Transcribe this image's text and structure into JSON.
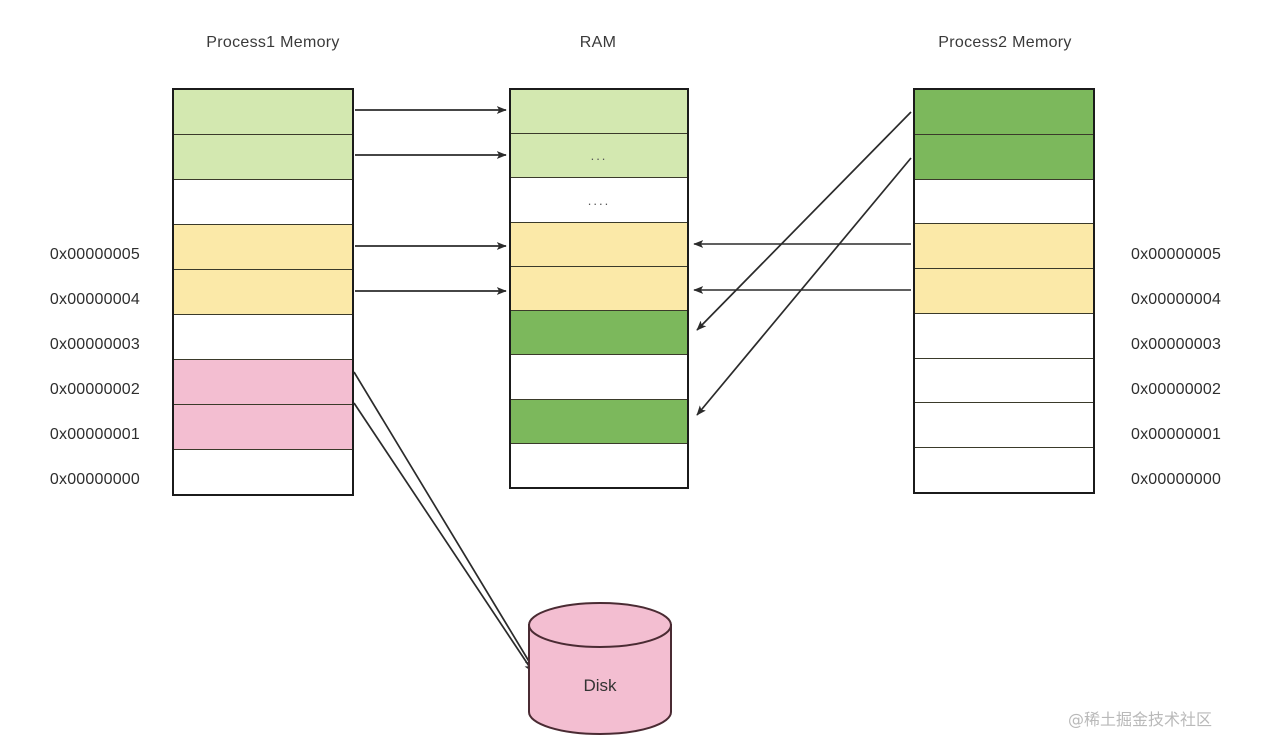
{
  "page": {
    "background": "#ffffff",
    "watermark": "@稀土掘金技术社区"
  },
  "palette": {
    "light_green": "#d3e8b0",
    "dark_green": "#7cb85c",
    "yellow": "#fbe9a8",
    "pink": "#f3bed1",
    "white": "#ffffff",
    "outline": "#1b1b1b",
    "arrow": "#2b2b2b"
  },
  "columns": {
    "process1": {
      "title": "Process1 Memory",
      "cells": [
        {
          "fill": "light_green",
          "text": ""
        },
        {
          "fill": "light_green",
          "text": ""
        },
        {
          "fill": "white",
          "text": ""
        },
        {
          "fill": "yellow",
          "text": ""
        },
        {
          "fill": "yellow",
          "text": ""
        },
        {
          "fill": "white",
          "text": ""
        },
        {
          "fill": "pink",
          "text": ""
        },
        {
          "fill": "pink",
          "text": ""
        },
        {
          "fill": "white",
          "text": ""
        }
      ]
    },
    "ram": {
      "title": "RAM",
      "cells": [
        {
          "fill": "light_green",
          "text": ""
        },
        {
          "fill": "light_green",
          "text": "..."
        },
        {
          "fill": "white",
          "text": "...."
        },
        {
          "fill": "yellow",
          "text": ""
        },
        {
          "fill": "yellow",
          "text": ""
        },
        {
          "fill": "dark_green",
          "text": ""
        },
        {
          "fill": "white",
          "text": ""
        },
        {
          "fill": "dark_green",
          "text": ""
        },
        {
          "fill": "white",
          "text": ""
        }
      ]
    },
    "process2": {
      "title": "Process2 Memory",
      "cells": [
        {
          "fill": "dark_green",
          "text": ""
        },
        {
          "fill": "dark_green",
          "text": ""
        },
        {
          "fill": "white",
          "text": ""
        },
        {
          "fill": "yellow",
          "text": ""
        },
        {
          "fill": "yellow",
          "text": ""
        },
        {
          "fill": "white",
          "text": ""
        },
        {
          "fill": "white",
          "text": ""
        },
        {
          "fill": "white",
          "text": ""
        },
        {
          "fill": "white",
          "text": ""
        }
      ]
    }
  },
  "addresses_left": [
    "0x00000005",
    "0x00000004",
    "0x00000003",
    "0x00000002",
    "0x00000001",
    "0x00000000"
  ],
  "addresses_right": [
    "0x00000005",
    "0x00000004",
    "0x00000003",
    "0x00000002",
    "0x00000001",
    "0x00000000"
  ],
  "disk": {
    "label": "Disk",
    "fill": "#f3bed1"
  },
  "arrows": [
    {
      "name": "p1-row0-to-ram-row0",
      "from": "process1.cell0",
      "to": "ram.cell0"
    },
    {
      "name": "p1-row1-to-ram-row1",
      "from": "process1.cell1",
      "to": "ram.cell1"
    },
    {
      "name": "p1-row3-to-ram-row3",
      "from": "process1.cell3",
      "to": "ram.cell3"
    },
    {
      "name": "p1-row4-to-ram-row4",
      "from": "process1.cell4",
      "to": "ram.cell4"
    },
    {
      "name": "p2-row3-to-ram-row3",
      "from": "process2.cell3",
      "to": "ram.cell3"
    },
    {
      "name": "p2-row4-to-ram-row4",
      "from": "process2.cell4",
      "to": "ram.cell4"
    },
    {
      "name": "p2-row0-to-ram-row5",
      "from": "process2.cell0",
      "to": "ram.cell5"
    },
    {
      "name": "p2-row1-to-ram-row7",
      "from": "process2.cell1",
      "to": "ram.cell7"
    },
    {
      "name": "p1-row6-to-disk",
      "from": "process1.cell6",
      "to": "disk"
    },
    {
      "name": "p1-row7-to-disk",
      "from": "process1.cell7",
      "to": "disk"
    }
  ]
}
